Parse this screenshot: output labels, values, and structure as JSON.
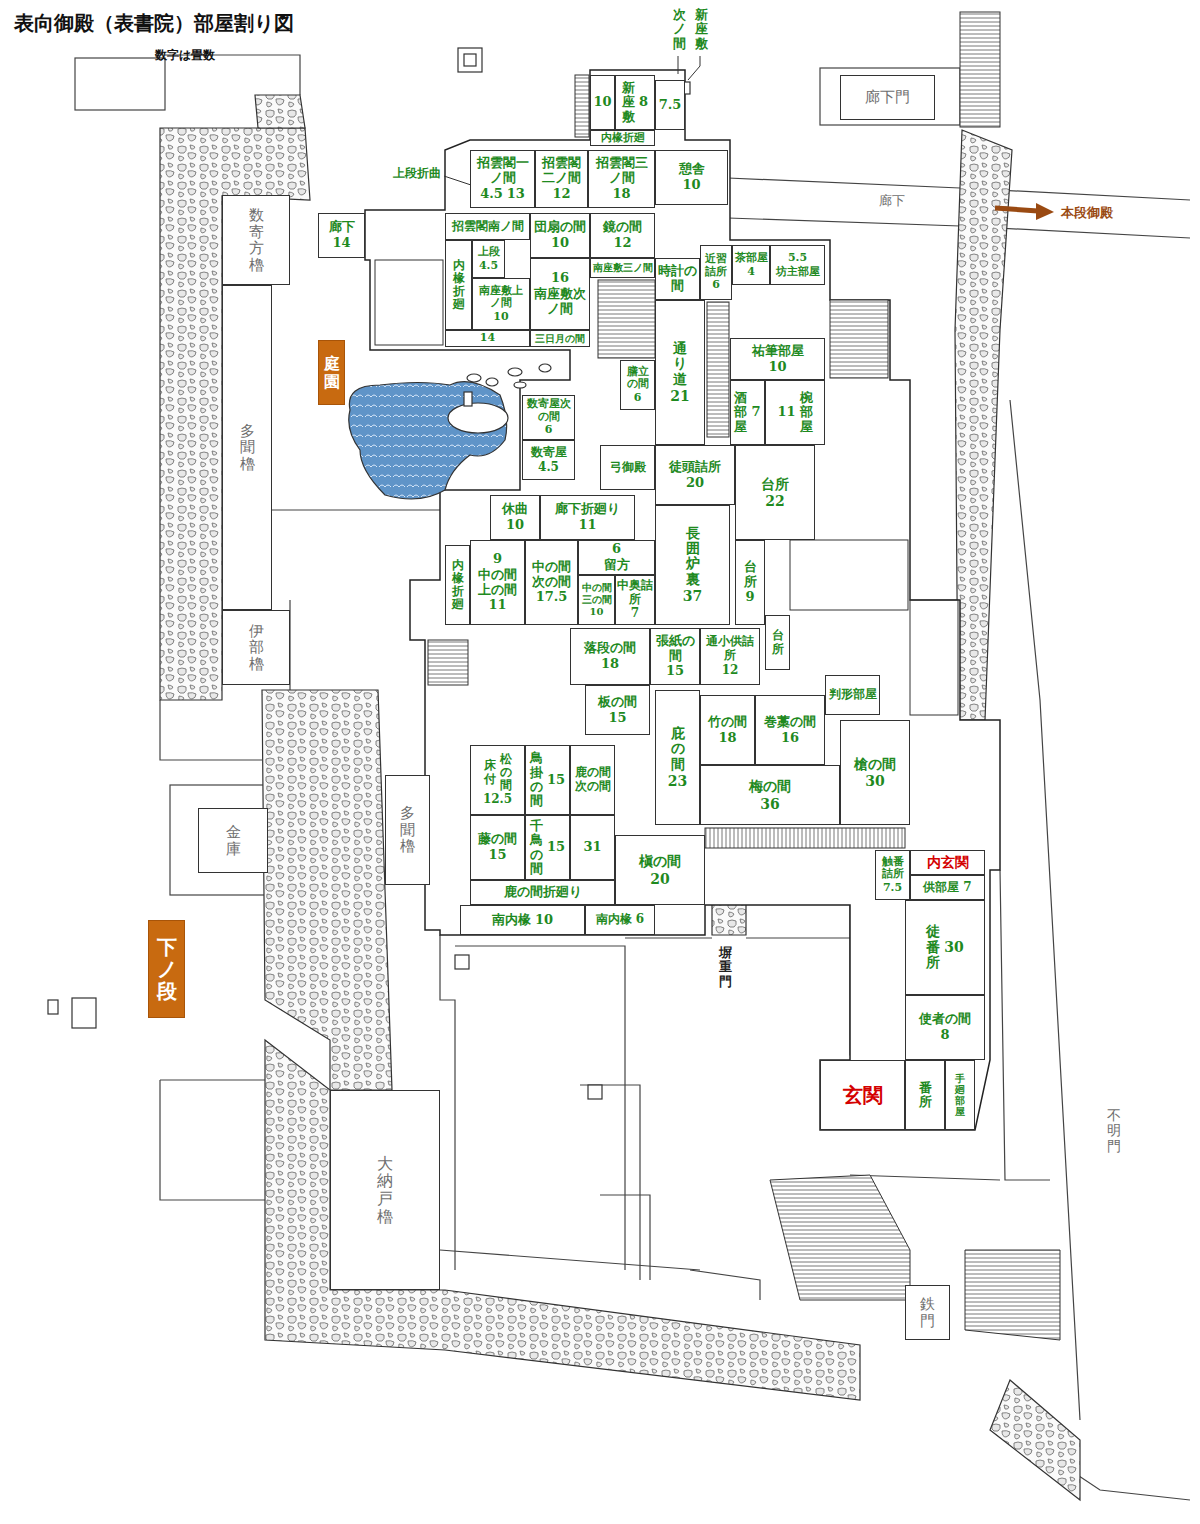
{
  "diagram": {
    "title": "表向御殿（表書院）部屋割り図",
    "caption": "数字は畳数",
    "nodes": [
      {
        "text": [
          "10"
        ]
      },
      {
        "text": [
          "新座敷",
          "8"
        ]
      },
      {
        "text": [
          "7.5"
        ]
      },
      {
        "text": [
          "内椽折廻"
        ]
      },
      {
        "text": [
          "招雲閣一ノ間",
          "4.5",
          "13"
        ]
      },
      {
        "text": [
          "招雲閣二ノ間",
          "12"
        ]
      },
      {
        "text": [
          "招雲閣三ノ間",
          "18"
        ]
      },
      {
        "text": [
          "憩舎",
          "10"
        ]
      },
      {
        "text": [
          "廊下",
          "14"
        ]
      },
      {
        "text": [
          "招雲閣南ノ間"
        ]
      },
      {
        "text": [
          "団扇の間",
          "10"
        ]
      },
      {
        "text": [
          "鏡の間",
          "12"
        ]
      },
      {
        "text": [
          "内椽折廻"
        ]
      },
      {
        "text": [
          "上段",
          "4.5"
        ]
      },
      {
        "text": [
          "南座敷上ノ間",
          "10"
        ]
      },
      {
        "text": [
          "16",
          "南座敷次ノ間"
        ]
      },
      {
        "text": [
          "14"
        ]
      },
      {
        "text": [
          "三日月の間"
        ]
      },
      {
        "text": [
          "南座敷三ノ間"
        ]
      },
      {
        "text": [
          "時計の間"
        ]
      },
      {
        "text": [
          "近習詰所",
          "6"
        ]
      },
      {
        "text": [
          "茶部屋",
          "4"
        ]
      },
      {
        "text": [
          "5.5",
          "坊主部屋"
        ]
      },
      {
        "text": [
          "通り道",
          "21"
        ]
      },
      {
        "text": [
          "祐筆部屋",
          "10"
        ]
      },
      {
        "text": [
          "膳立の間",
          "6"
        ]
      },
      {
        "text": [
          "数寄屋次の間",
          "6"
        ]
      },
      {
        "text": [
          "数寄屋",
          "4.5"
        ]
      },
      {
        "text": [
          "弓御殿"
        ]
      },
      {
        "text": [
          "酒部屋",
          "7"
        ]
      },
      {
        "text": [
          "11",
          "椀部屋"
        ]
      },
      {
        "text": [
          "徒頭詰所",
          "20"
        ]
      },
      {
        "text": [
          "台所",
          "22"
        ]
      },
      {
        "text": [
          "休曲",
          "10"
        ]
      },
      {
        "text": [
          "廊下折廻り",
          "11"
        ]
      },
      {
        "text": [
          "内椽折廻"
        ]
      },
      {
        "text": [
          "9",
          "中の間上の間",
          "11"
        ]
      },
      {
        "text": [
          "中の間次の間",
          "17.5"
        ]
      },
      {
        "text": [
          "6",
          "留方"
        ]
      },
      {
        "text": [
          "中の間三の間",
          "10"
        ]
      },
      {
        "text": [
          "中奥詰所",
          "7"
        ]
      },
      {
        "text": [
          "長囲炉裏",
          "37"
        ]
      },
      {
        "text": [
          "台所",
          "9"
        ]
      },
      {
        "text": [
          "台所"
        ]
      },
      {
        "text": [
          "落段の間",
          "18"
        ]
      },
      {
        "text": [
          "張紙の間",
          "15"
        ]
      },
      {
        "text": [
          "通小供詰所",
          "12"
        ]
      },
      {
        "text": [
          "判形部屋"
        ]
      },
      {
        "text": [
          "板の間",
          "15"
        ]
      },
      {
        "text": [
          "庇の間",
          "23"
        ]
      },
      {
        "text": [
          "竹の間",
          "18"
        ]
      },
      {
        "text": [
          "巻藁の間",
          "16"
        ]
      },
      {
        "text": [
          "梅の間",
          "36"
        ]
      },
      {
        "text": [
          "槍の間",
          "30"
        ]
      },
      {
        "text": [
          "床付",
          "松の間",
          "12.5"
        ]
      },
      {
        "text": [
          "鳥掛の間",
          "15"
        ]
      },
      {
        "text": [
          "鹿の間次の間"
        ]
      },
      {
        "text": [
          "藤の間",
          "15"
        ]
      },
      {
        "text": [
          "千鳥の間",
          "15"
        ]
      },
      {
        "text": [
          "31"
        ]
      },
      {
        "text": [
          "槇の間",
          "20"
        ]
      },
      {
        "text": [
          "鹿の間折廻り"
        ]
      },
      {
        "text": [
          "南内椽",
          "10"
        ]
      },
      {
        "text": [
          "南内椽",
          "6"
        ]
      },
      {
        "text": [
          "触番詰所",
          "7.5"
        ]
      },
      {
        "text": [
          "内玄関"
        ]
      },
      {
        "text": [
          "供部屋",
          "7"
        ]
      },
      {
        "text": [
          "徒番所",
          "30"
        ]
      },
      {
        "text": [
          "使者の間",
          "8"
        ]
      },
      {
        "text": [
          "玄関"
        ]
      },
      {
        "text": [
          "番所"
        ]
      },
      {
        "text": [
          "手廻部屋"
        ]
      },
      {
        "text": [
          "廊下門"
        ]
      },
      {
        "text": [
          "数寄方櫓"
        ]
      },
      {
        "text": [
          "多聞櫓"
        ]
      },
      {
        "text": [
          "伊部櫓"
        ]
      },
      {
        "text": [
          "金庫"
        ]
      },
      {
        "text": [
          "多聞櫓"
        ]
      },
      {
        "text": [
          "大納戸櫓"
        ]
      },
      {
        "text": [
          "鉄門"
        ]
      },
      {
        "text": [
          "庭園"
        ]
      },
      {
        "text": [
          "下ノ段"
        ]
      }
    ],
    "labels": [
      "次ノ間",
      "新座敷",
      "上段折曲",
      "廊下",
      "本段御殿",
      "塀重門",
      "不明門"
    ]
  }
}
